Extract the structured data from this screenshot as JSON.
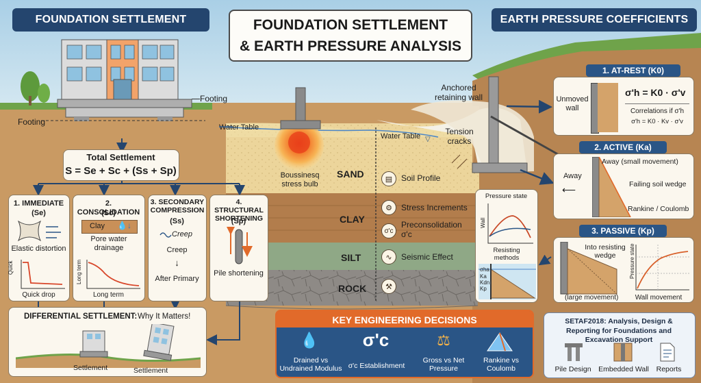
{
  "title": {
    "line1": "FOUNDATION SETTLEMENT",
    "line2": "& EARTH PRESSURE ANALYSIS"
  },
  "left_banner": "FOUNDATION SETTLEMENT",
  "right_banner": "EARTH PRESSURE COEFFICIENTS",
  "building": {
    "footing_right": "Footing",
    "footing_left": "Footing"
  },
  "total_settlement": {
    "title": "Total Settlement",
    "formula": "S = Se + Sc + (Ss + Sp)"
  },
  "settlement_types": [
    {
      "title": "1. IMMEDIATE",
      "symbol": "(Se)",
      "label": "Elastic distortion",
      "axis_y": "Quick",
      "axis_x": "Quick drop"
    },
    {
      "title": "2. CONSOLIDATION",
      "symbol": "(Sc)",
      "chip": "Clay",
      "label": "Pore water drainage",
      "axis_y": "Long term",
      "axis_x": "Long term"
    },
    {
      "title": "3. SECONDARY COMPRESSION",
      "symbol": "(Ss)",
      "label1": "Creep",
      "label2": "Creep",
      "label3": "After Primary"
    },
    {
      "title": "4. STRUCTURAL SHORTENING",
      "symbol": "(Sp)",
      "label": "Pile shortening"
    }
  ],
  "differential": {
    "title": "DIFFERENTIAL SETTLEMENT:",
    "subtitle": "Why It Matters!",
    "label_left": "Settlement",
    "label_right": "Settlement"
  },
  "soil": {
    "water_table_left": "Water Table",
    "water_table_right": "Water Table",
    "bulb_label": "Boussinesq stress bulb",
    "layers": [
      "SAND",
      "CLAY",
      "SILT",
      "ROCK"
    ],
    "profile_items": [
      {
        "icon": "soil-profile-icon",
        "text": "Soil Profile"
      },
      {
        "icon": "stress-increments-icon",
        "text": "Stress Increments"
      },
      {
        "icon": "preconsolidation-icon",
        "text": "Preconsolidation σ'c"
      },
      {
        "icon": "seismic-effect-icon",
        "text": "Seismic Effect"
      }
    ],
    "anchored_wall": "Anchored retaining wall",
    "tension_cracks": "Tension cracks"
  },
  "pressure_state": {
    "title": "Pressure state",
    "axis_y": "Wall",
    "methods": "Resisting methods",
    "sigma_ha": "σha",
    "k_labels": [
      "Ka",
      "Kdn",
      "Kp"
    ]
  },
  "coefficients": {
    "at_rest": {
      "title": "1. AT-REST (K0)",
      "wall": "Unmoved wall",
      "formula": "σ'h = K0 · σ'v",
      "note1": "Correlations if σ'h",
      "note2": "σ'h = K0 · Kv · σ'v"
    },
    "active": {
      "title": "2. ACTIVE (Ka)",
      "away_left": "Away",
      "away_note": "Away (small movement)",
      "wedge": "Failing soil wedge",
      "methods": "Rankine / Coulomb"
    },
    "passive": {
      "title": "3. PASSIVE (Kp)",
      "into": "Into resisting wedge",
      "large": "(large movement)",
      "axis_y": "Pressure state",
      "axis_x": "Wall movement"
    }
  },
  "key_decisions": {
    "title": "KEY ENGINEERING DECISIONS",
    "items": [
      {
        "icon": "drained-icon",
        "text": "Drained vs Undrained Modulus"
      },
      {
        "icon": "sigma-c-icon",
        "symbol": "σ'c",
        "text": "σ'c Establishment"
      },
      {
        "icon": "scale-icon",
        "text": "Gross vs Net Pressure"
      },
      {
        "icon": "rankine-coulomb-icon",
        "text": "Rankine vs Coulomb"
      }
    ]
  },
  "setaf": {
    "title": "SETAF2018: Analysis, Design & Reporting for Foundations and Excavation Support",
    "items": [
      {
        "icon": "pile-design-icon",
        "text": "Pile Design"
      },
      {
        "icon": "embedded-wall-icon",
        "text": "Embedded Wall"
      },
      {
        "icon": "reports-icon",
        "text": "Reports"
      }
    ]
  },
  "colors": {
    "banner": "#24456e",
    "sand": "#ecd59b",
    "clay": "#b27d4c",
    "silt": "#8fa886",
    "rock": "#8e8a86",
    "accent": "#e16a2a"
  }
}
